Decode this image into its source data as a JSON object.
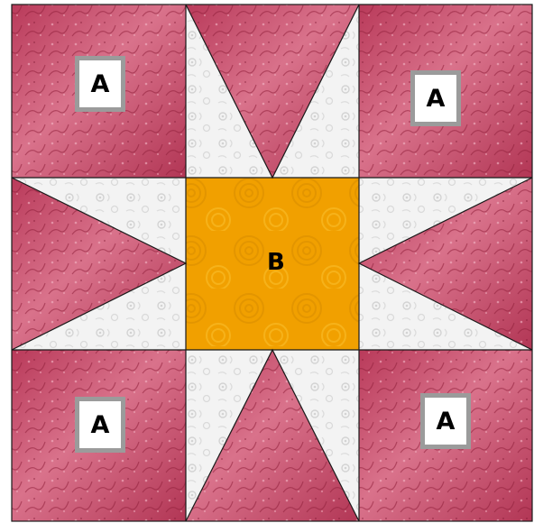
{
  "block": {
    "labels": {
      "corner_top_left": "A",
      "corner_top_right": "A",
      "corner_bottom_left": "A",
      "corner_bottom_right": "A",
      "center": "B"
    },
    "colors": {
      "pink_fabric": "#c44a67",
      "pink_light": "#e0839a",
      "pink_dark": "#9c2440",
      "white_fabric": "#f2f2f2",
      "white_motif": "#d6d6d6",
      "gold_fabric": "#f1a000",
      "gold_dark": "#d98a00",
      "seam": "#1a1a1a",
      "label_border": "#9b9b9b"
    }
  }
}
